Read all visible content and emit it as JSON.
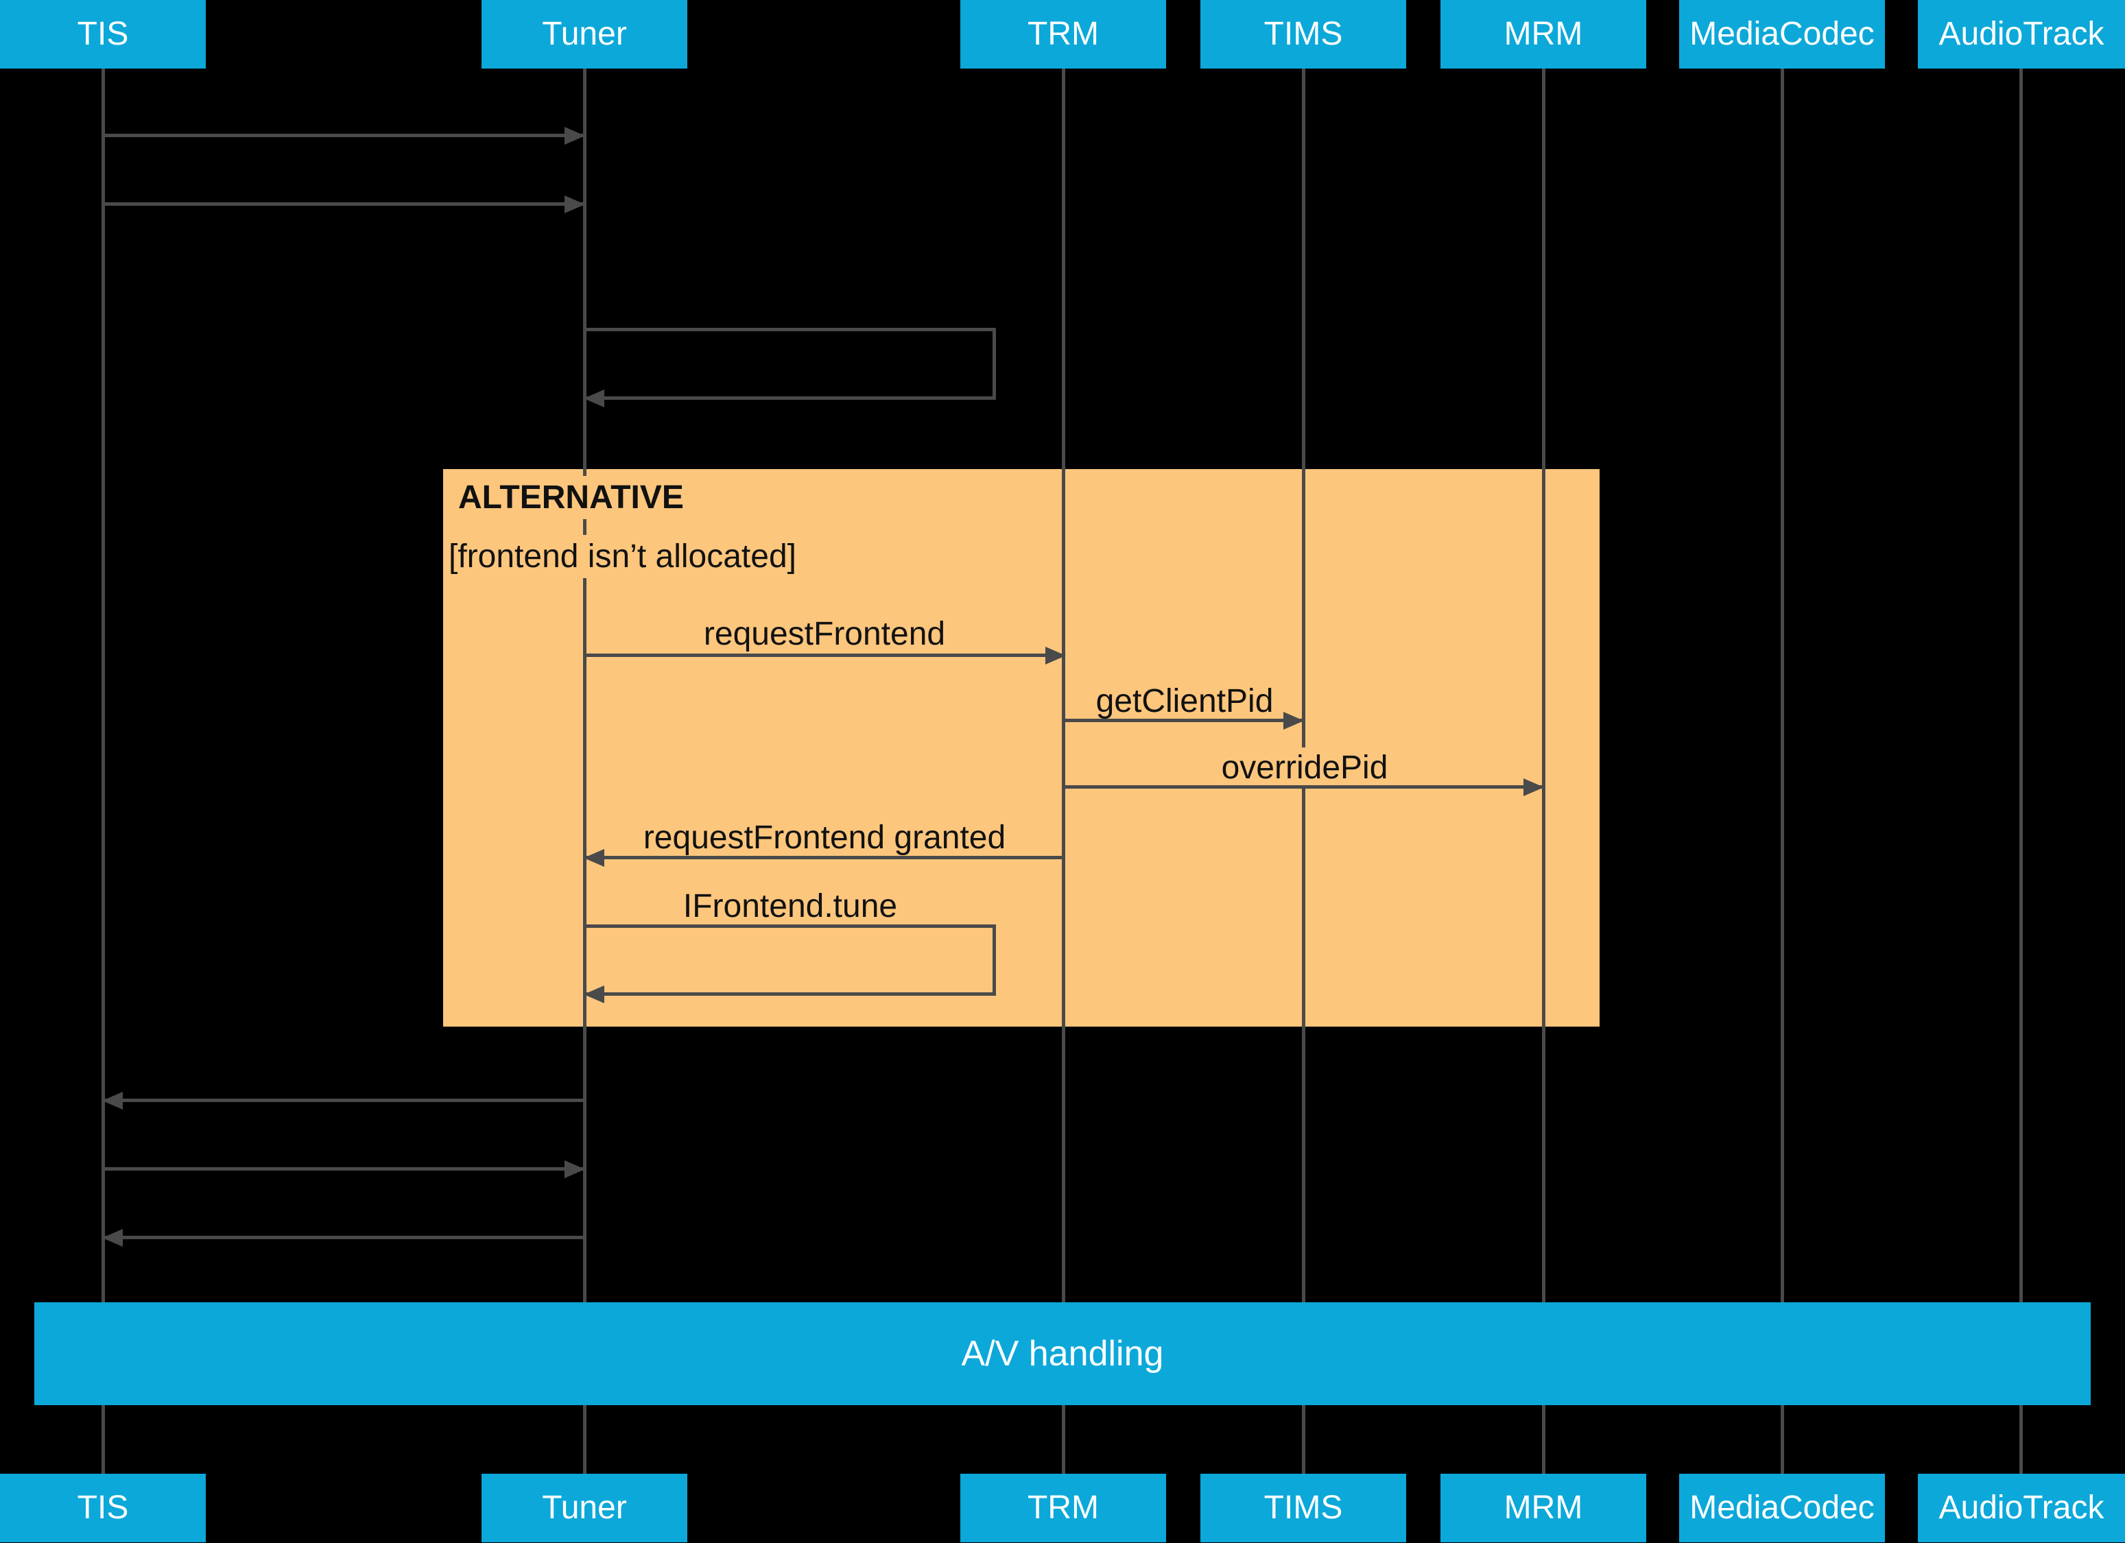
{
  "colors": {
    "background": "#000000",
    "participant_bg": "#0ca8d9",
    "fragment_bg": "#fcc67d",
    "line": "#4a4a4a",
    "participant_text": "#ffffff",
    "fragment_text": "#111111"
  },
  "participants": [
    {
      "name": "TIS"
    },
    {
      "name": "Tuner"
    },
    {
      "name": "TRM"
    },
    {
      "name": "TIMS"
    },
    {
      "name": "MRM"
    },
    {
      "name": "MediaCodec"
    },
    {
      "name": "AudioTrack"
    }
  ],
  "alt_fragment": {
    "label": "ALTERNATIVE",
    "condition": "[frontend isn’t allocated]"
  },
  "messages": {
    "request_frontend": {
      "label": "requestFrontend",
      "from": "Tuner",
      "to": "TRM"
    },
    "get_client_pid": {
      "label": "getClientPid",
      "from": "TRM",
      "to": "TIMS"
    },
    "override_pid": {
      "label": "overridePid",
      "from": "TRM",
      "to": "MRM"
    },
    "request_frontend_granted": {
      "label": "requestFrontend granted",
      "from": "TRM",
      "to": "Tuner"
    },
    "ifrontend_tune": {
      "label": "IFrontend.tune",
      "from": "Tuner",
      "to": "Tuner"
    }
  },
  "unlabeled_messages": [
    {
      "from": "TIS",
      "to": "Tuner"
    },
    {
      "from": "TIS",
      "to": "Tuner"
    },
    {
      "from": "Tuner",
      "to": "Tuner"
    },
    {
      "from": "Tuner",
      "to": "TIS"
    },
    {
      "from": "TIS",
      "to": "Tuner"
    },
    {
      "from": "Tuner",
      "to": "TIS"
    }
  ],
  "av_bar": {
    "label": "A/V handling"
  }
}
